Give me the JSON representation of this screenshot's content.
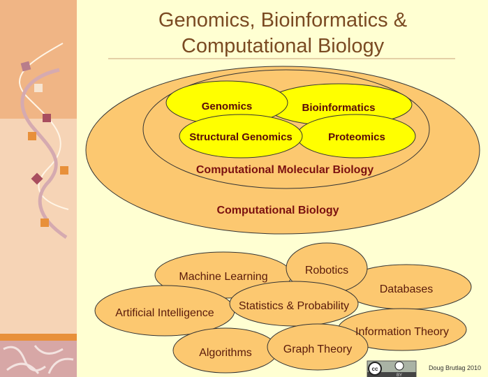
{
  "title": {
    "line1": "Genomics, Bioinformatics &",
    "line2": "Computational Biology"
  },
  "nested": {
    "outer": "Computational Biology",
    "middle": "Computational Molecular Biology",
    "inner": [
      "Genomics",
      "Bioinformatics",
      "Structural Genomics",
      "Proteomics"
    ]
  },
  "fields": [
    "Machine Learning",
    "Robotics",
    "Databases",
    "Artificial Intelligence",
    "Statistics & Probability",
    "Information Theory",
    "Algorithms",
    "Graph Theory"
  ],
  "credit": "Doug Brutlag 2010",
  "license": {
    "cc": "cc",
    "by": "BY"
  },
  "colors": {
    "background": "#ffffd2",
    "outer": "#fcc870",
    "inner": "#ffff00",
    "title": "#7a4a22"
  }
}
